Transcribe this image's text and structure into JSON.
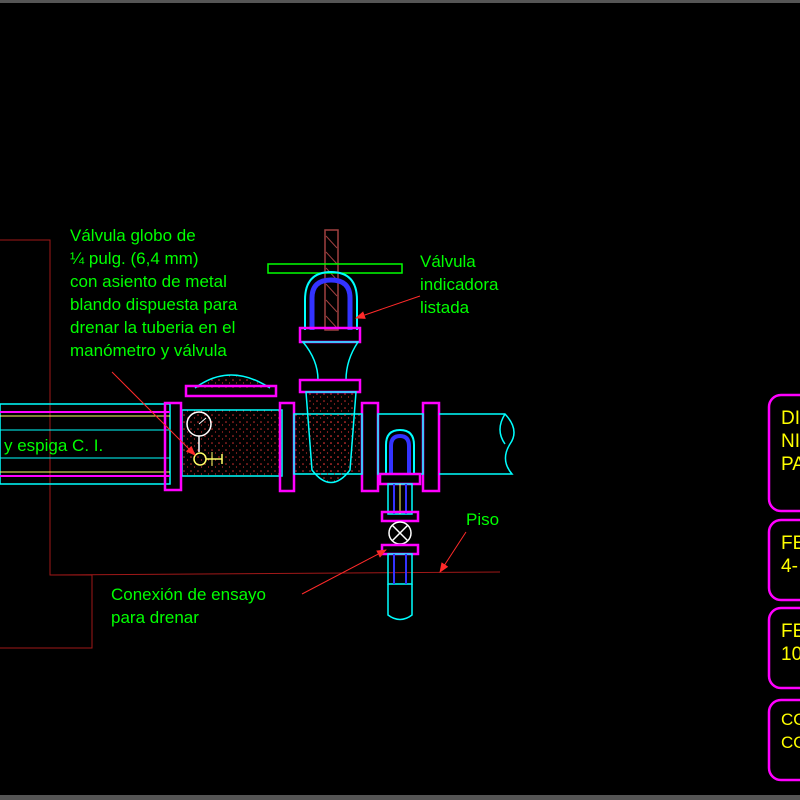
{
  "labels": {
    "globe_valve": [
      "Válvula globo de",
      "¼ pulg. (6,4 mm)",
      "con asiento de metal",
      "blando dispuesta para",
      "drenar la tuberia en el",
      "manómetro y válvula"
    ],
    "indicator_valve": [
      "Válvula",
      "indicadora",
      "listada"
    ],
    "pipe": "y espiga C. I.",
    "floor": "Piso",
    "test_connection": [
      "Conexión de ensayo",
      "para drenar"
    ]
  },
  "title_block": {
    "box1": [
      "DI",
      "NI",
      "PA"
    ],
    "box2": [
      "FE",
      "4-"
    ],
    "box3": [
      "FE",
      "10"
    ],
    "box4": [
      "CO",
      "CO"
    ]
  },
  "colors": {
    "background": "#000000",
    "label_text": "#00ff00",
    "leader_red": "#ff2a2a",
    "dim_red": "#a01818",
    "flange_magenta": "#ff00ff",
    "pipe_cyan": "#00ffff",
    "yoke_blue": "#3333ff",
    "bonnet_brown": "#a04040",
    "handwheel_green": "#00ff00",
    "title_block_text": "#ffff00"
  }
}
